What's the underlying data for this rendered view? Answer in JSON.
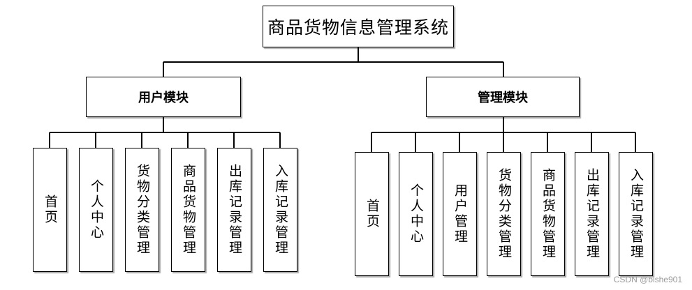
{
  "root": {
    "label": "商品货物信息管理系统"
  },
  "modules": [
    {
      "label": "用户模块",
      "children": [
        "首页",
        "个人中心",
        "货物分类管理",
        "商品货物管理",
        "出库记录管理",
        "入库记录管理"
      ]
    },
    {
      "label": "管理模块",
      "children": [
        "首页",
        "个人中心",
        "用户管理",
        "货物分类管理",
        "商品货物管理",
        "出库记录管理",
        "入库记录管理"
      ]
    }
  ],
  "watermark": "CSDN @bishe901"
}
